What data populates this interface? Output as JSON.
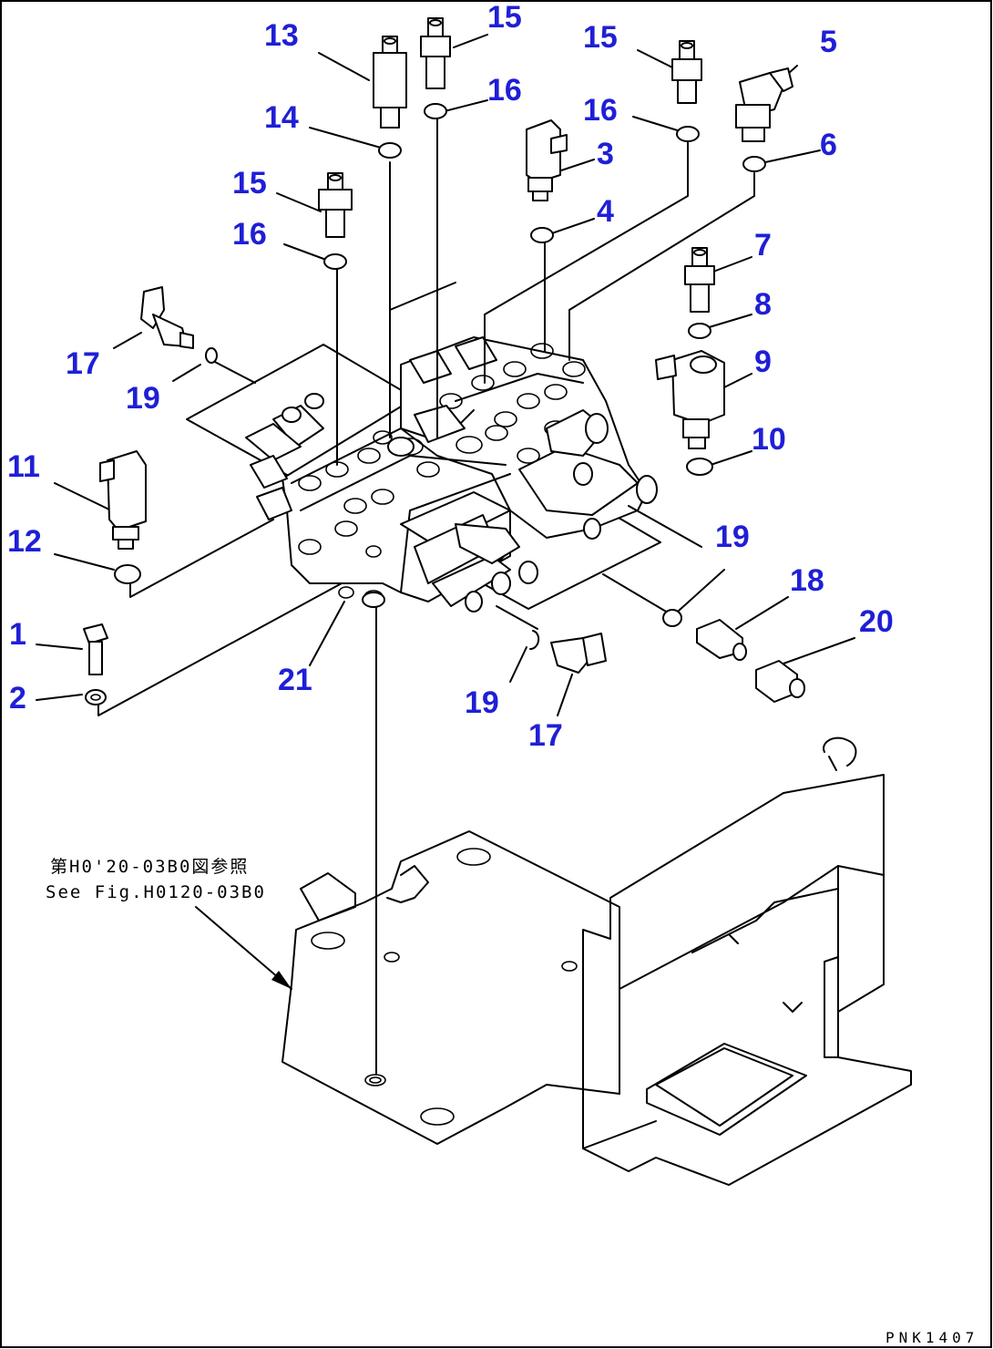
{
  "callouts": [
    {
      "id": "c13",
      "text": "13"
    },
    {
      "id": "c15a",
      "text": "15"
    },
    {
      "id": "c15b",
      "text": "15"
    },
    {
      "id": "c5",
      "text": "5"
    },
    {
      "id": "c14",
      "text": "14"
    },
    {
      "id": "c16a",
      "text": "16"
    },
    {
      "id": "c16b",
      "text": "16"
    },
    {
      "id": "c3",
      "text": "3"
    },
    {
      "id": "c6",
      "text": "6"
    },
    {
      "id": "c15c",
      "text": "15"
    },
    {
      "id": "c4",
      "text": "4"
    },
    {
      "id": "c16c",
      "text": "16"
    },
    {
      "id": "c7",
      "text": "7"
    },
    {
      "id": "c8",
      "text": "8"
    },
    {
      "id": "c17a",
      "text": "17"
    },
    {
      "id": "c9",
      "text": "9"
    },
    {
      "id": "c19a",
      "text": "19"
    },
    {
      "id": "c10",
      "text": "10"
    },
    {
      "id": "c11",
      "text": "11"
    },
    {
      "id": "c19b",
      "text": "19"
    },
    {
      "id": "c12",
      "text": "12"
    },
    {
      "id": "c18",
      "text": "18"
    },
    {
      "id": "c20",
      "text": "20"
    },
    {
      "id": "c1",
      "text": "1"
    },
    {
      "id": "c21",
      "text": "21"
    },
    {
      "id": "c2",
      "text": "2"
    },
    {
      "id": "c19c",
      "text": "19"
    },
    {
      "id": "c17b",
      "text": "17"
    }
  ],
  "reference_note": {
    "line_jp": "第H0'20-03B0図参照",
    "line_en": "See Fig.H0120-03B0"
  },
  "drawing_id": "PNK1407"
}
